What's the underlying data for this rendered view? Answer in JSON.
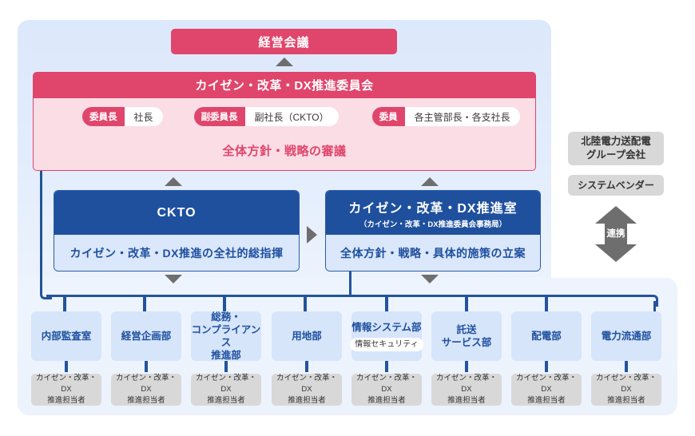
{
  "top_box": {
    "label": "経営会議"
  },
  "committee": {
    "title": "カイゼン・改革・DX推進委員会",
    "members": [
      {
        "role": "委員長",
        "name": "社長"
      },
      {
        "role": "副委員長",
        "name": "副社長（CKTO）"
      },
      {
        "role": "委員",
        "name": "各主管部長・各支社長"
      }
    ],
    "subtitle": "全体方針・戦略の審議"
  },
  "units": [
    {
      "title": "CKTO",
      "note": "",
      "desc": "カイゼン・改革・DX推進の全社的総指揮"
    },
    {
      "title": "カイゼン・改革・DX推進室",
      "note": "（カイゼン・改革・DX推進委員会事務局）",
      "desc": "全体方針・戦略・具体的施策の立案"
    }
  ],
  "partners": {
    "boxes": [
      {
        "label": "北陸電力送配電\nグループ会社"
      },
      {
        "label": "システムベンダー"
      }
    ],
    "link_label": "連携"
  },
  "departments": [
    {
      "name": "内部監査室",
      "sub": "",
      "owner": "カイゼン・改革・DX\n推進担当者"
    },
    {
      "name": "経営企画部",
      "sub": "",
      "owner": "カイゼン・改革・DX\n推進担当者"
    },
    {
      "name": "総務・\nコンプライアンス\n推進部",
      "sub": "",
      "owner": "カイゼン・改革・DX\n推進担当者"
    },
    {
      "name": "用地部",
      "sub": "",
      "owner": "カイゼン・改革・DX\n推進担当者"
    },
    {
      "name": "情報システム部",
      "sub": "情報セキュリティ",
      "owner": "カイゼン・改革・DX\n推進担当者"
    },
    {
      "name": "託送\nサービス部",
      "sub": "",
      "owner": "カイゼン・改革・DX\n推進担当者"
    },
    {
      "name": "配電部",
      "sub": "",
      "owner": "カイゼン・改革・DX\n推進担当者"
    },
    {
      "name": "電力流通部",
      "sub": "",
      "owner": "カイゼン・改革・DX\n推進担当者"
    }
  ],
  "colors": {
    "pink": "#e0456b",
    "pink_light": "#fbdde6",
    "blue_dark": "#1e509e",
    "blue_light": "#d7e5fb",
    "line": "#22549c",
    "gray": "#d8d8d8",
    "panel_top": "#dce8fb",
    "panel_bottom": "#eef4fd"
  }
}
